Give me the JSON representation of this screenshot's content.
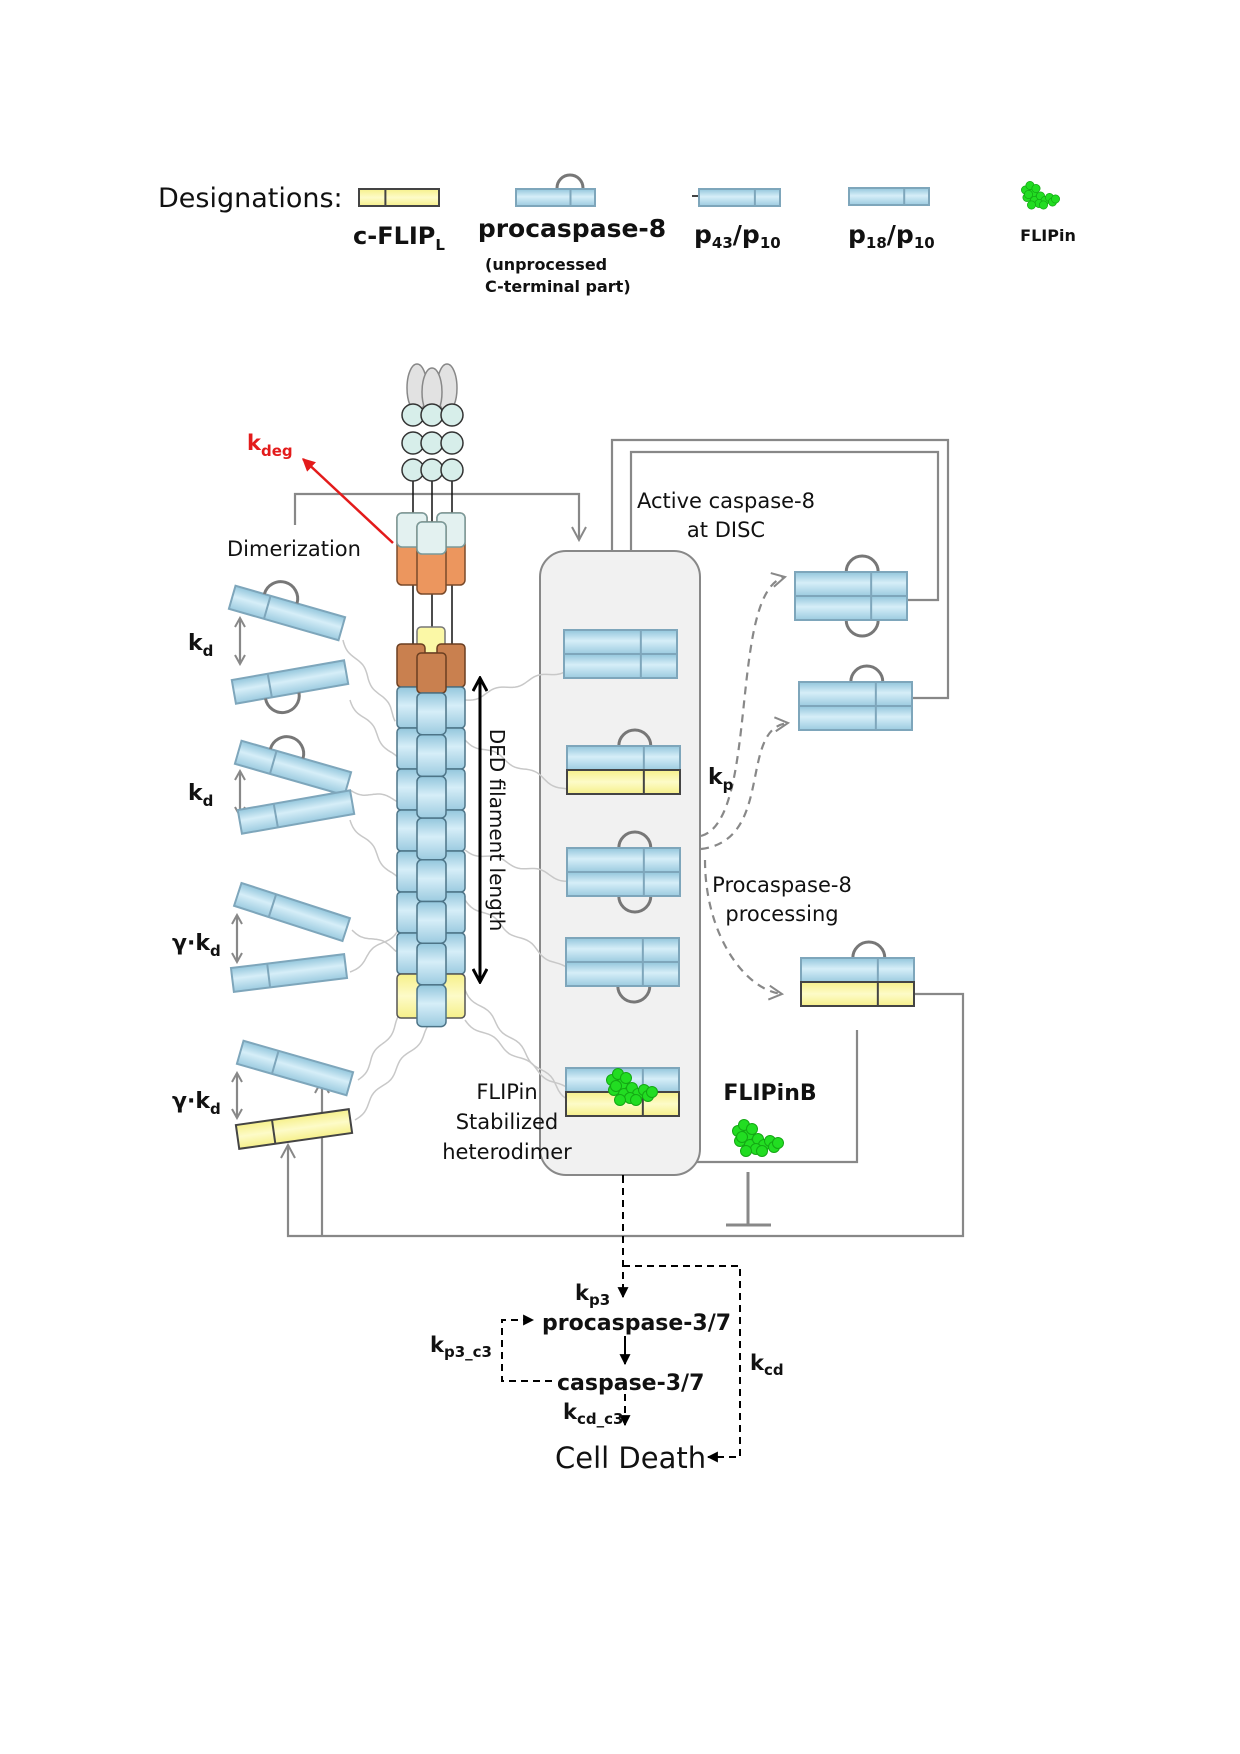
{
  "legend": {
    "title": "Designations:",
    "cflip": {
      "main": "c-FLIP",
      "sub": "L"
    },
    "procaspase8": {
      "label": "procaspase-8",
      "note_line1": "(unprocessed",
      "note_line2": "C-terminal part)"
    },
    "p43p10": {
      "a": "p",
      "b": "43",
      "c": "/p",
      "d": "10"
    },
    "p18p10": {
      "a": "p",
      "b": "18",
      "c": "/p",
      "d": "10"
    },
    "flipin": "FLIPin"
  },
  "labels": {
    "kdeg": {
      "main": "k",
      "sub": "deg"
    },
    "dimerization": "Dimerization",
    "kd1": {
      "main": "k",
      "sub": "d"
    },
    "kd2": {
      "main": "k",
      "sub": "d"
    },
    "gkd1": {
      "main": "γ·k",
      "sub": "d"
    },
    "gkd2": {
      "main": "γ·k",
      "sub": "d"
    },
    "ded_length": "DED filament length",
    "active_casp8_line1": "Active caspase-8",
    "active_casp8_line2": "at DISC",
    "kp": {
      "main": "k",
      "sub": "p"
    },
    "processing_line1": "Procaspase-8",
    "processing_line2": "processing",
    "flipin_line1": "FLIPin",
    "flipin_line2": "Stabilized",
    "flipin_line3": "heterodimer",
    "flipinb": "FLIPinB"
  },
  "cascade": {
    "kp3": {
      "main": "k",
      "sub": "p3"
    },
    "procaspase37": "procaspase-3/7",
    "kp3_c3": {
      "main": "k",
      "sub": "p3_c3"
    },
    "caspase37": "caspase-3/7",
    "kcd_c3": {
      "main": "k",
      "sub": "cd_c3"
    },
    "kcd": {
      "main": "k",
      "sub": "cd"
    },
    "cell_death": "Cell Death"
  },
  "colors": {
    "procaspase8_blue": "#aed6e8",
    "cflip_yellow": "#fbf8a6",
    "ded_orange": "#ec965e",
    "ded_brown": "#c9804f",
    "degradation_red": "#e31b1b",
    "flipin_green": "#22dd22",
    "connector_gray": "#888888"
  }
}
